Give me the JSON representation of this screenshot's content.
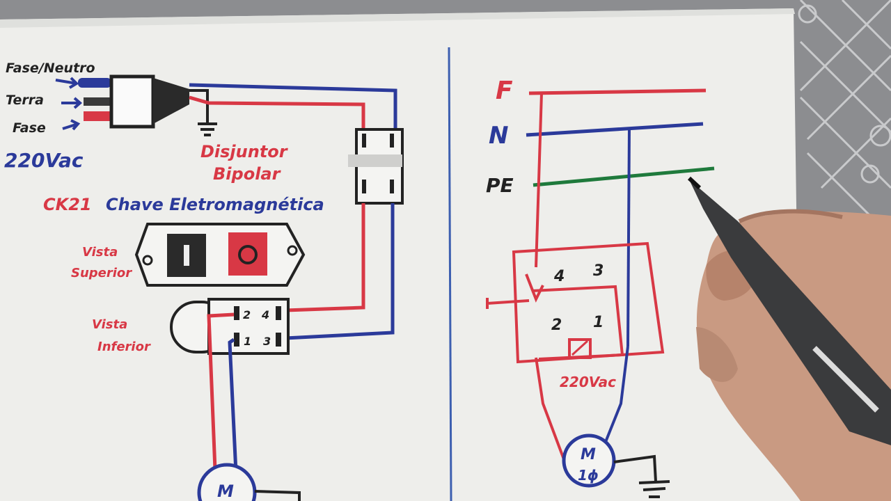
{
  "left_diagram": {
    "plug_labels": {
      "fase_neutro": "Fase/Neutro",
      "terra": "Terra",
      "fase": "Fase"
    },
    "voltage": "220Vac",
    "breaker_label_1": "Disjuntor",
    "breaker_label_2": "Bipolar",
    "switch_title_code": "CK21",
    "switch_title_name": "Chave Eletromagnética",
    "top_view_1": "Vista",
    "top_view_2": "Superior",
    "bottom_view_1": "Vista",
    "bottom_view_2": "Inferior",
    "terminals": {
      "t2": "2",
      "t4": "4",
      "t1": "1",
      "t3": "3"
    },
    "motor": "M"
  },
  "right_diagram": {
    "line_f": "F",
    "line_n": "N",
    "line_pe": "PE",
    "terminal_4": "4",
    "terminal_3": "3",
    "terminal_2": "2",
    "terminal_1": "1",
    "coil_voltage": "220Vac",
    "motor_m": "M",
    "motor_phase": "1ϕ"
  },
  "colors": {
    "phase": "#d83845",
    "neutral": "#2b3a9a",
    "earth": "#1f7a3c",
    "ink": "#222222",
    "paper": "#eeeeeb"
  }
}
